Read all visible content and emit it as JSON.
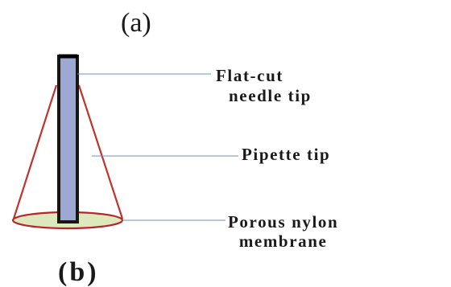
{
  "panel_labels": {
    "a": "(a)",
    "b": "(b)"
  },
  "callouts": {
    "needle_tip": [
      "Flat-cut",
      "needle tip"
    ],
    "pipette_tip": "Pipette tip",
    "membrane": [
      "Porous nylon",
      "membrane"
    ]
  },
  "colors": {
    "needle_fill": "#9ea8d4",
    "needle_outline": "#161616",
    "pipette_outline": "#c0322c",
    "membrane_fill": "#dde8bd",
    "membrane_outline": "#b5262a",
    "leader_line": "#6c8fc7"
  }
}
